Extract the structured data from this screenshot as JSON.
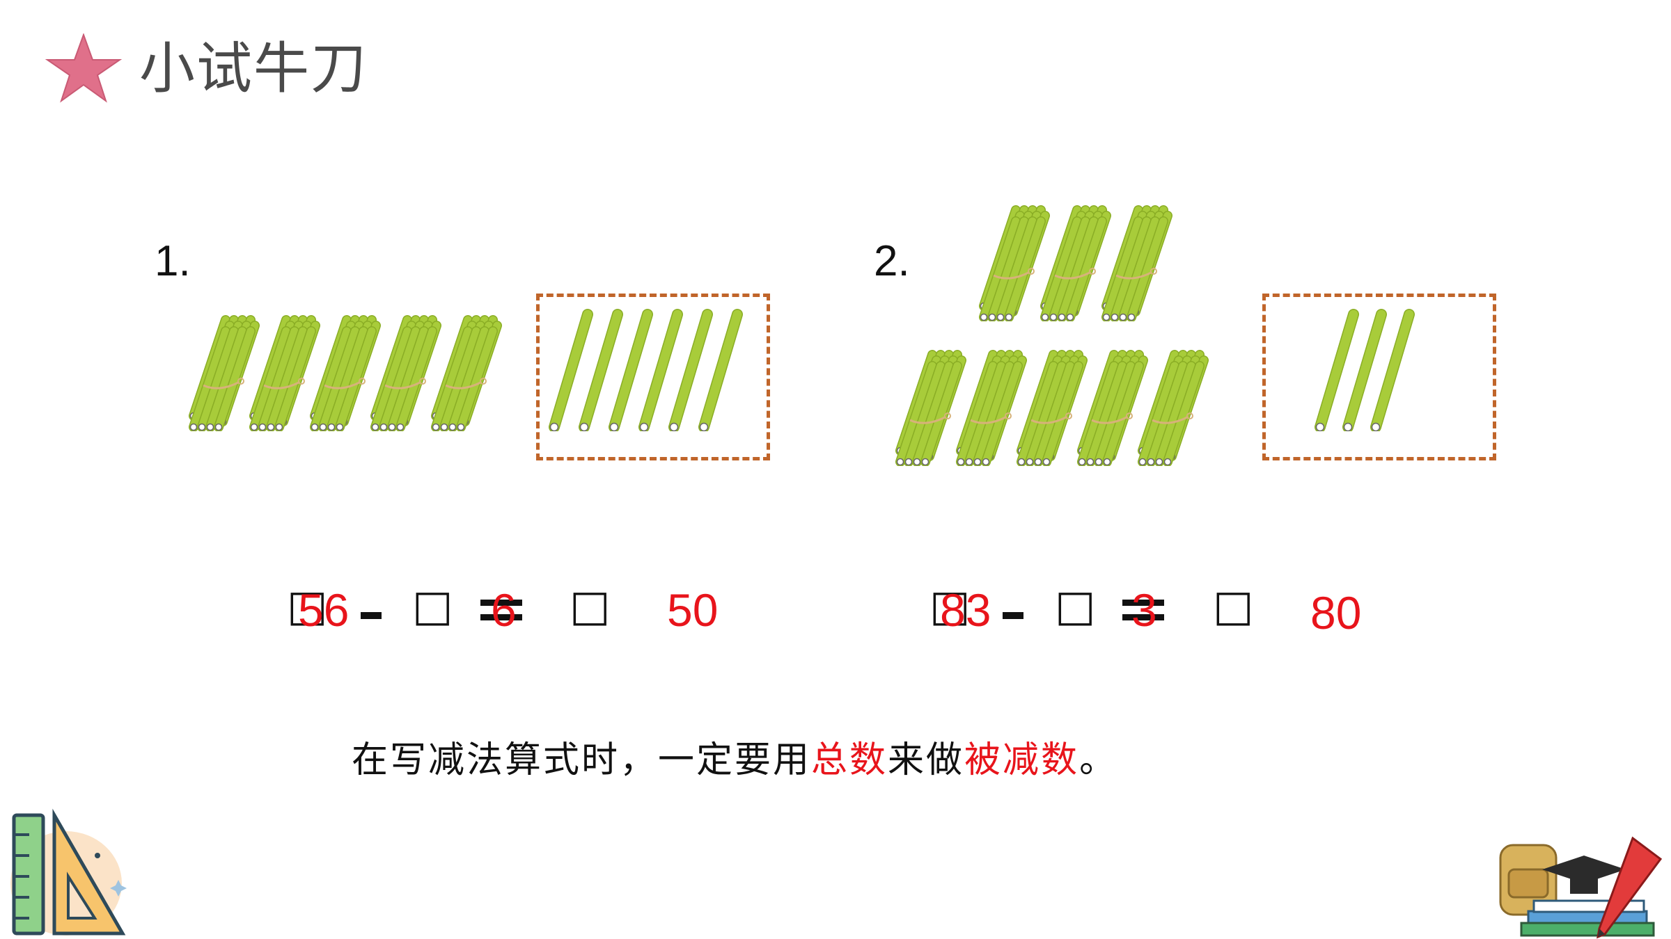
{
  "header": {
    "title": "小试牛刀",
    "icon": "star-icon"
  },
  "colors": {
    "star": "#e0708a",
    "stick": "#a8cc3a",
    "stick_dark": "#8aad25",
    "dash": "#c0652a",
    "answer": "#e8141b"
  },
  "problems": [
    {
      "number": "1.",
      "bundles": 5,
      "loose_sticks": 6,
      "equation": {
        "box1": "□",
        "minus": "-",
        "box2": "□",
        "equals": "=",
        "box3": "□",
        "minuend": "56",
        "subtrahend": "6",
        "result": "50"
      }
    },
    {
      "number": "2.",
      "bundles": 8,
      "loose_sticks": 3,
      "equation": {
        "box1": "□",
        "minus": "-",
        "box2": "□",
        "equals": "=",
        "box3": "□",
        "minuend": "83",
        "subtrahend": "3",
        "result": "80"
      }
    }
  ],
  "rule": {
    "part1": "在写减法算式时，一定要用",
    "highlight1": "总数",
    "part2": "来做",
    "highlight2": "被减数",
    "part3": "。"
  },
  "decor": {
    "left_icon": "ruler-triangle-icon",
    "right_icon": "school-supplies-icon"
  }
}
